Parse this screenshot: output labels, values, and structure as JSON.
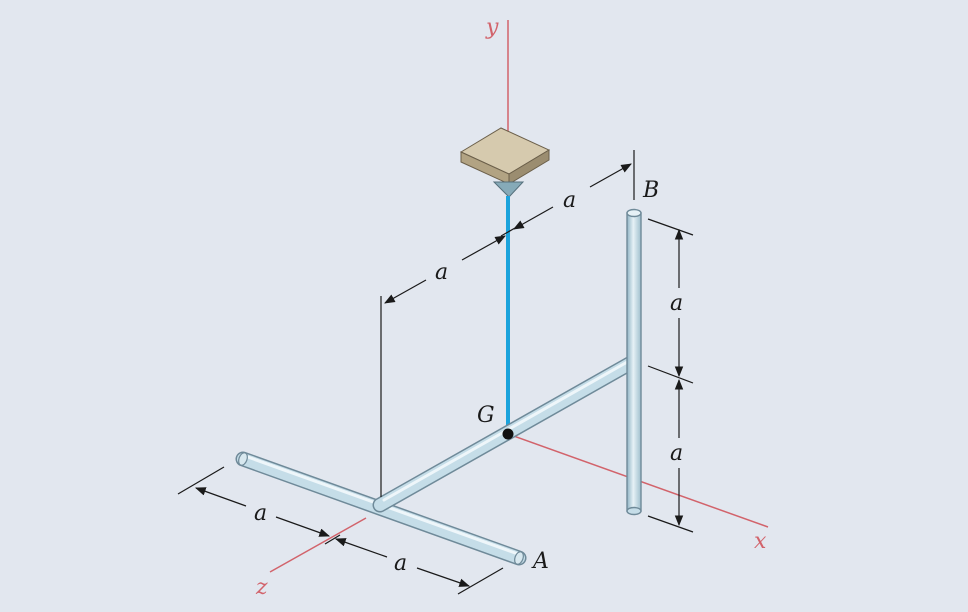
{
  "colors": {
    "background": "#e2e7ef",
    "axis": "#d2636b",
    "wire": "#1ba3dc",
    "rod_fill": "#bcd6e2",
    "rod_edge": "#6f8a99",
    "support": "#c2b49a",
    "dimension": "#1a1a1a"
  },
  "axes": {
    "x": "x",
    "y": "y",
    "z": "z"
  },
  "points": {
    "A": "A",
    "B": "B",
    "G": "G"
  },
  "dimensions": {
    "top_right": "a",
    "top_left": "a",
    "vertical_upper": "a",
    "vertical_lower": "a",
    "bottom_left": "a",
    "bottom_right": "a"
  }
}
